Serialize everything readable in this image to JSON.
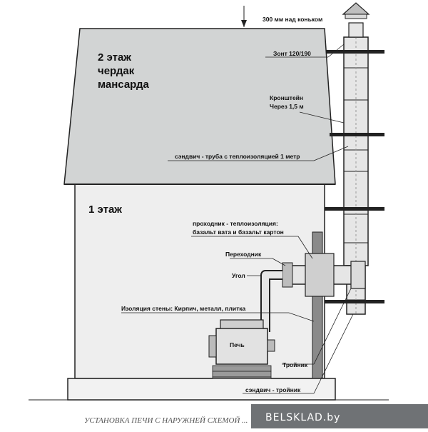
{
  "labels": {
    "height_above_ridge": "300 мм над коньком",
    "umbrella": "Зонт 120/190",
    "bracket_line1": "Кронштейн",
    "bracket_line2": "Через 1,5 м",
    "sandwich_pipe": "сэндвич - труба с теплоизоляцией 1 метр",
    "passage_line1": "проходник - теплоизоляция:",
    "passage_line2": "базальт вата и базальт картон",
    "adapter": "Переходник",
    "elbow": "Угол",
    "wall_insulation": "Изоляция стены: Кирпич, металл, плитка",
    "stove": "Печь",
    "tee": "Тройник",
    "sandwich_tee": "сэндвич - тройник"
  },
  "floors": {
    "attic_line1": "2 этаж",
    "attic_line2": "чердак",
    "attic_line3": "мансарда",
    "ground": "1 этаж"
  },
  "caption": "УСТАНОВКА ПЕЧИ С НАРУЖНЕЙ СХЕМОЙ ...",
  "watermark": "BELSKLAD.by",
  "colors": {
    "roof": "#d2d4d4",
    "wall": "#eeeeee",
    "line": "#222222",
    "pipe": "#e6e6e6",
    "watermark_bg": "#6f7275"
  }
}
